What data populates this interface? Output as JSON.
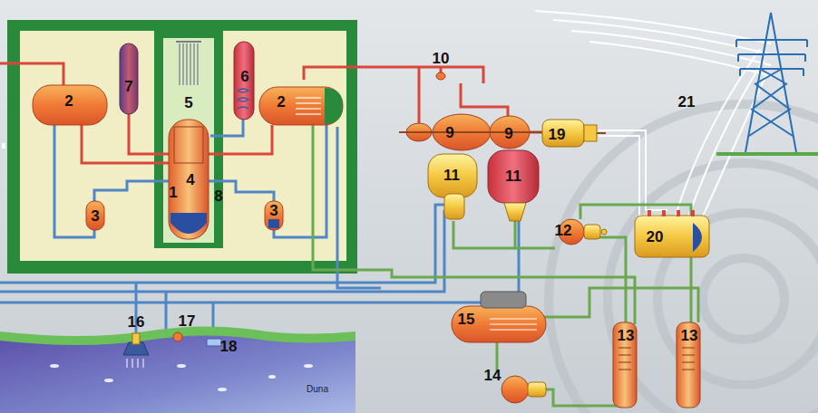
{
  "diagram": {
    "labels": [
      "2",
      "7",
      "5",
      "6",
      "2",
      "10",
      "9",
      "9",
      "19",
      "1",
      "4",
      "8",
      "3",
      "3",
      "11",
      "11",
      "12",
      "21",
      "20",
      "15",
      "13",
      "13",
      "14",
      "16",
      "17",
      "18",
      "Duna"
    ]
  }
}
